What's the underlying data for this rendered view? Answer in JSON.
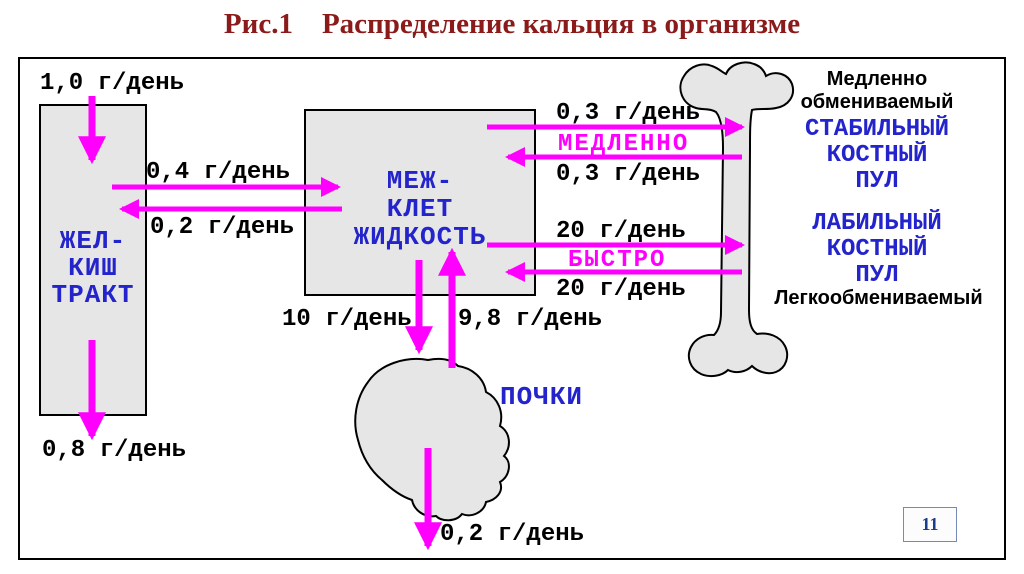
{
  "title": "Рис.1    Распределение кальция в организме",
  "page_number": "11",
  "colors": {
    "arrow_magenta": "#FF00FF",
    "label_blue": "#2424CC",
    "title_red": "#8B1A1A",
    "shape_fill": "#E6E6E6",
    "shape_stroke": "#000000"
  },
  "nodes": {
    "gi_tract": "ЖЕЛ-\nКИШ\nТРАКТ",
    "intercellular_fluid": "МЕЖ-\nКЛЕТ\nЖИДКОСТЬ",
    "kidneys": "ПОЧКИ"
  },
  "bone": {
    "slowly_exchanged": "Медленно\nобмениваемый",
    "stable_pool": "СТАБИЛЬНЫЙ\nКОСТНЫЙ\nПУЛ",
    "labile_pool": "ЛАБИЛЬНЫЙ\nКОСТНЫЙ\nПУЛ",
    "easily_exchanged": "Легкообмениваемый"
  },
  "flows": {
    "intake": "1,0 г/день",
    "gi_to_fluid": "0,4 г/день",
    "fluid_to_gi": "0,2 г/день",
    "fecal_excretion": "0,8 г/день",
    "fluid_to_stable": "0,3 г/день",
    "slow_mode": "МЕДЛЕННО",
    "stable_to_fluid": "0,3 г/день",
    "fluid_to_labile": "20 г/день",
    "fast_mode": "БЫСТРО",
    "labile_to_fluid": "20 г/день",
    "fluid_to_kidney": "10 г/день",
    "kidney_to_fluid": "9,8 г/день",
    "urine_excretion": "0,2 г/день"
  }
}
